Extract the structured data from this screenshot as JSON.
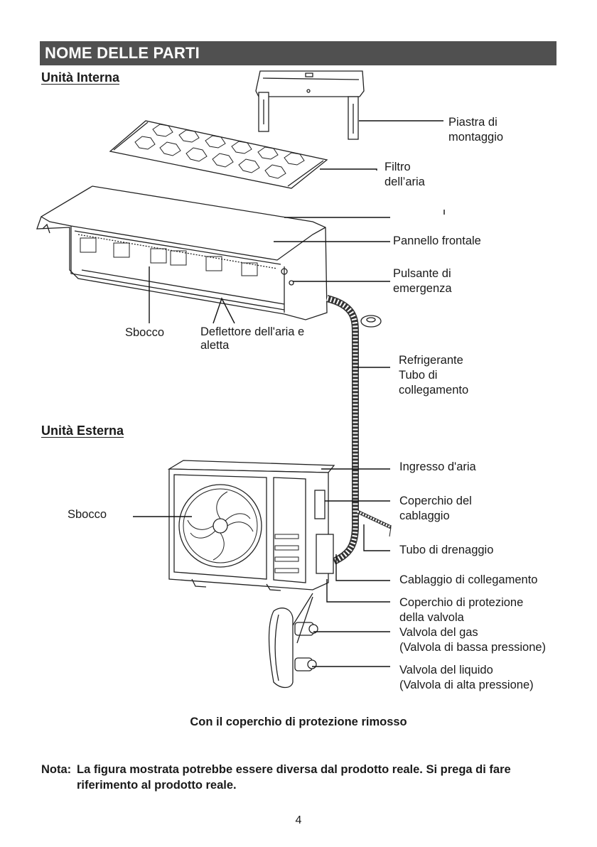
{
  "header": {
    "title": "NOME DELLE PARTI"
  },
  "indoor": {
    "title": "Unità Interna",
    "labels": {
      "mounting_plate": "Piastra di\nmontaggio",
      "air_filter": "Filtro\ndell’aria",
      "front_panel": "Pannello frontale",
      "emergency_button": "Pulsante di\nemergenza",
      "outlet": "Sbocco",
      "deflector": "Deflettore dell'aria e\naletta",
      "refrigerant_pipe": "Refrigerante\nTubo di\ncollegamento"
    }
  },
  "outdoor": {
    "title": "Unità Esterna",
    "labels": {
      "outlet": "Sbocco",
      "air_inlet": "Ingresso d'aria",
      "wiring_cover": "Coperchio del\ncablaggio",
      "drain_pipe": "Tubo di drenaggio",
      "connecting_wiring": "Cablaggio di collegamento",
      "valve_cover": "Coperchio di protezione\ndella valvola",
      "gas_valve": "Valvola del gas\n(Valvola di bassa pressione)",
      "liquid_valve": "Valvola del liquido\n(Valvola di alta pressione)"
    }
  },
  "caption": "Con il coperchio di protezione rimosso",
  "note": {
    "label": "Nota:",
    "text": "La figura mostrata potrebbe essere diversa dal prodotto reale. Si prega di fare riferimento al prodotto reale."
  },
  "page_number": "4"
}
